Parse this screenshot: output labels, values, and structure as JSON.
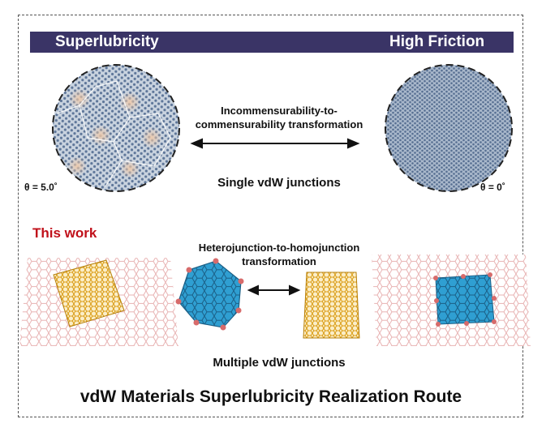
{
  "banner": {
    "left_label": "Superlubricity",
    "right_label": "High Friction"
  },
  "top_section": {
    "transform_line1": "Incommensurability-to-",
    "transform_line2": "commensurability transformation",
    "theta_left": "θ = 5.0˚",
    "theta_right": "θ = 0˚",
    "junction_label": "Single vdW junctions"
  },
  "bottom_section": {
    "this_work": "This work",
    "transform_line1": "Heterojunction-to-homojunction",
    "transform_line2": "transformation",
    "junction_label": "Multiple vdW junctions"
  },
  "footer": {
    "title": "vdW Materials Superlubricity Realization Route"
  },
  "colors": {
    "banner": "#3a3466",
    "lattice_blue": "#6f86a8",
    "moire_spot": "#e6b89a",
    "accent_red": "#c0101a",
    "flake_blue": "#2f9fd2",
    "flake_yellow": "#e8b12a",
    "substrate_pink": "#e8b3b3"
  }
}
